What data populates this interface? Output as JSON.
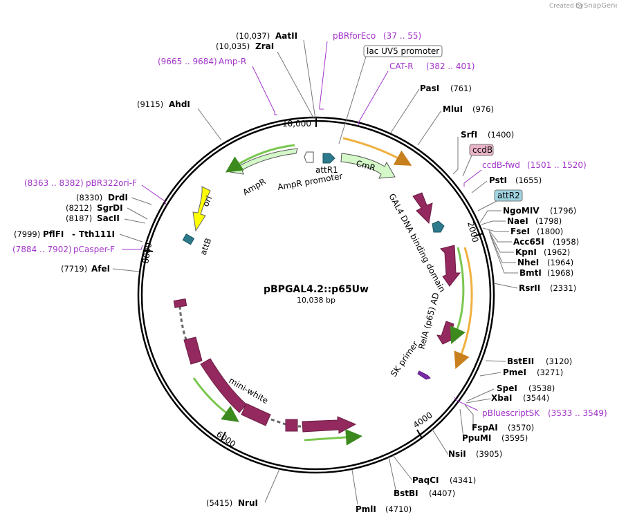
{
  "plasmid": {
    "name": "pBPGAL4.2::p65Uw",
    "length": "10,038 bp"
  },
  "branding": {
    "created_by": "Created by",
    "product": "SnapGene"
  },
  "ticks": [
    {
      "id": "t10000",
      "label": "10,000"
    },
    {
      "id": "t2000",
      "label": "2000"
    },
    {
      "id": "t4000",
      "label": "4000"
    },
    {
      "id": "t6000",
      "label": "6000"
    },
    {
      "id": "t8000",
      "label": "8000"
    }
  ],
  "sites": [
    {
      "id": "aatii",
      "name": "AatII",
      "pos": "(10,037)"
    },
    {
      "id": "zrai",
      "name": "ZraI",
      "pos": "(10,035)"
    },
    {
      "id": "pasi",
      "name": "PasI",
      "pos": "(761)"
    },
    {
      "id": "mlui",
      "name": "MluI",
      "pos": "(976)"
    },
    {
      "id": "srfi",
      "name": "SrfI",
      "pos": "(1400)"
    },
    {
      "id": "psti",
      "name": "PstI",
      "pos": "(1655)"
    },
    {
      "id": "ngomiv",
      "name": "NgoMIV",
      "pos": "(1796)"
    },
    {
      "id": "naei",
      "name": "NaeI",
      "pos": "(1798)"
    },
    {
      "id": "fsei",
      "name": "FseI",
      "pos": "(1800)"
    },
    {
      "id": "acc65i",
      "name": "Acc65I",
      "pos": "(1958)"
    },
    {
      "id": "kpni",
      "name": "KpnI",
      "pos": "(1962)"
    },
    {
      "id": "nhei",
      "name": "NheI",
      "pos": "(1964)"
    },
    {
      "id": "bmti",
      "name": "BmtI",
      "pos": "(1968)"
    },
    {
      "id": "rsrii",
      "name": "RsrII",
      "pos": "(2331)"
    },
    {
      "id": "bsteii",
      "name": "BstEII",
      "pos": "(3120)"
    },
    {
      "id": "pmei",
      "name": "PmeI",
      "pos": "(3271)"
    },
    {
      "id": "spei",
      "name": "SpeI",
      "pos": "(3538)"
    },
    {
      "id": "xbai",
      "name": "XbaI",
      "pos": "(3544)"
    },
    {
      "id": "fspai",
      "name": "FspAI",
      "pos": "(3570)"
    },
    {
      "id": "ppumi",
      "name": "PpuMI",
      "pos": "(3595)"
    },
    {
      "id": "nsii",
      "name": "NsiI",
      "pos": "(3905)"
    },
    {
      "id": "paqci",
      "name": "PaqCI",
      "pos": "(4341)"
    },
    {
      "id": "bstbi",
      "name": "BstBI",
      "pos": "(4407)"
    },
    {
      "id": "pmli",
      "name": "PmlI",
      "pos": "(4710)"
    },
    {
      "id": "crui",
      "name": "NruI",
      "pos": "(5415)"
    },
    {
      "id": "afei",
      "name": "AfeI",
      "pos": "(7719)"
    },
    {
      "id": "pflfi",
      "name": "PflFI",
      "pos": "(7999)"
    },
    {
      "id": "tth111i",
      "name": "Tth111I",
      "pos": ""
    },
    {
      "id": "sacii",
      "name": "SacII",
      "pos": "(8187)"
    },
    {
      "id": "sgrdi",
      "name": "SgrDI",
      "pos": "(8212)"
    },
    {
      "id": "drdi",
      "name": "DrdI",
      "pos": "(8330)"
    },
    {
      "id": "ahdi",
      "name": "AhdI",
      "pos": "(9115)"
    }
  ],
  "primers": [
    {
      "id": "pbrforeco",
      "name": "pBRforEco",
      "range": "(37 .. 55)"
    },
    {
      "id": "ampr-primer",
      "name": "Amp-R",
      "range": "(9665 .. 9684)"
    },
    {
      "id": "cat-r",
      "name": "CAT-R",
      "range": "(382 .. 401)"
    },
    {
      "id": "ccdb-fwd",
      "name": "ccdB-fwd",
      "range": "(1501 .. 1520)"
    },
    {
      "id": "pbluescriptsk",
      "name": "pBluescriptSK",
      "range": "(3533 .. 3549)"
    },
    {
      "id": "pbr322ori-f",
      "name": "pBR322ori-F",
      "range": "(8363 .. 8382)"
    },
    {
      "id": "pcasper-f",
      "name": "pCasper-F",
      "range": "(7884 .. 7902)"
    }
  ],
  "boxed_labels": [
    {
      "id": "lac-uv5",
      "label": "lac UV5 promoter"
    },
    {
      "id": "ccdb",
      "label": "ccdB"
    },
    {
      "id": "attr2",
      "label": "attR2"
    }
  ],
  "features": [
    {
      "id": "attr1",
      "label": "attR1"
    },
    {
      "id": "cmr",
      "label": "CmR"
    },
    {
      "id": "ampr",
      "label": "AmpR"
    },
    {
      "id": "ampr-promoter",
      "label": "AmpR promoter"
    },
    {
      "id": "ori",
      "label": "ori"
    },
    {
      "id": "attb",
      "label": "attB"
    },
    {
      "id": "gal4",
      "label": "GAL4 DNA binding domain"
    },
    {
      "id": "rela",
      "label": "RelA (p65) AD"
    },
    {
      "id": "sk-primer",
      "label": "SK primer"
    },
    {
      "id": "mini-white",
      "label": "mini-white"
    }
  ],
  "colors": {
    "backbone": "#000000",
    "maroon": "#93295e",
    "teal": "#2c7a8c",
    "cmr_fill": "#d4f8c8",
    "yellow": "#ffff00",
    "orange_arc": "#f0b040",
    "green_arc": "#7ac74f",
    "primer": "#a133c8",
    "ccdb_fill": "#eab3c8",
    "attr2_fill": "#9fd4e0"
  }
}
